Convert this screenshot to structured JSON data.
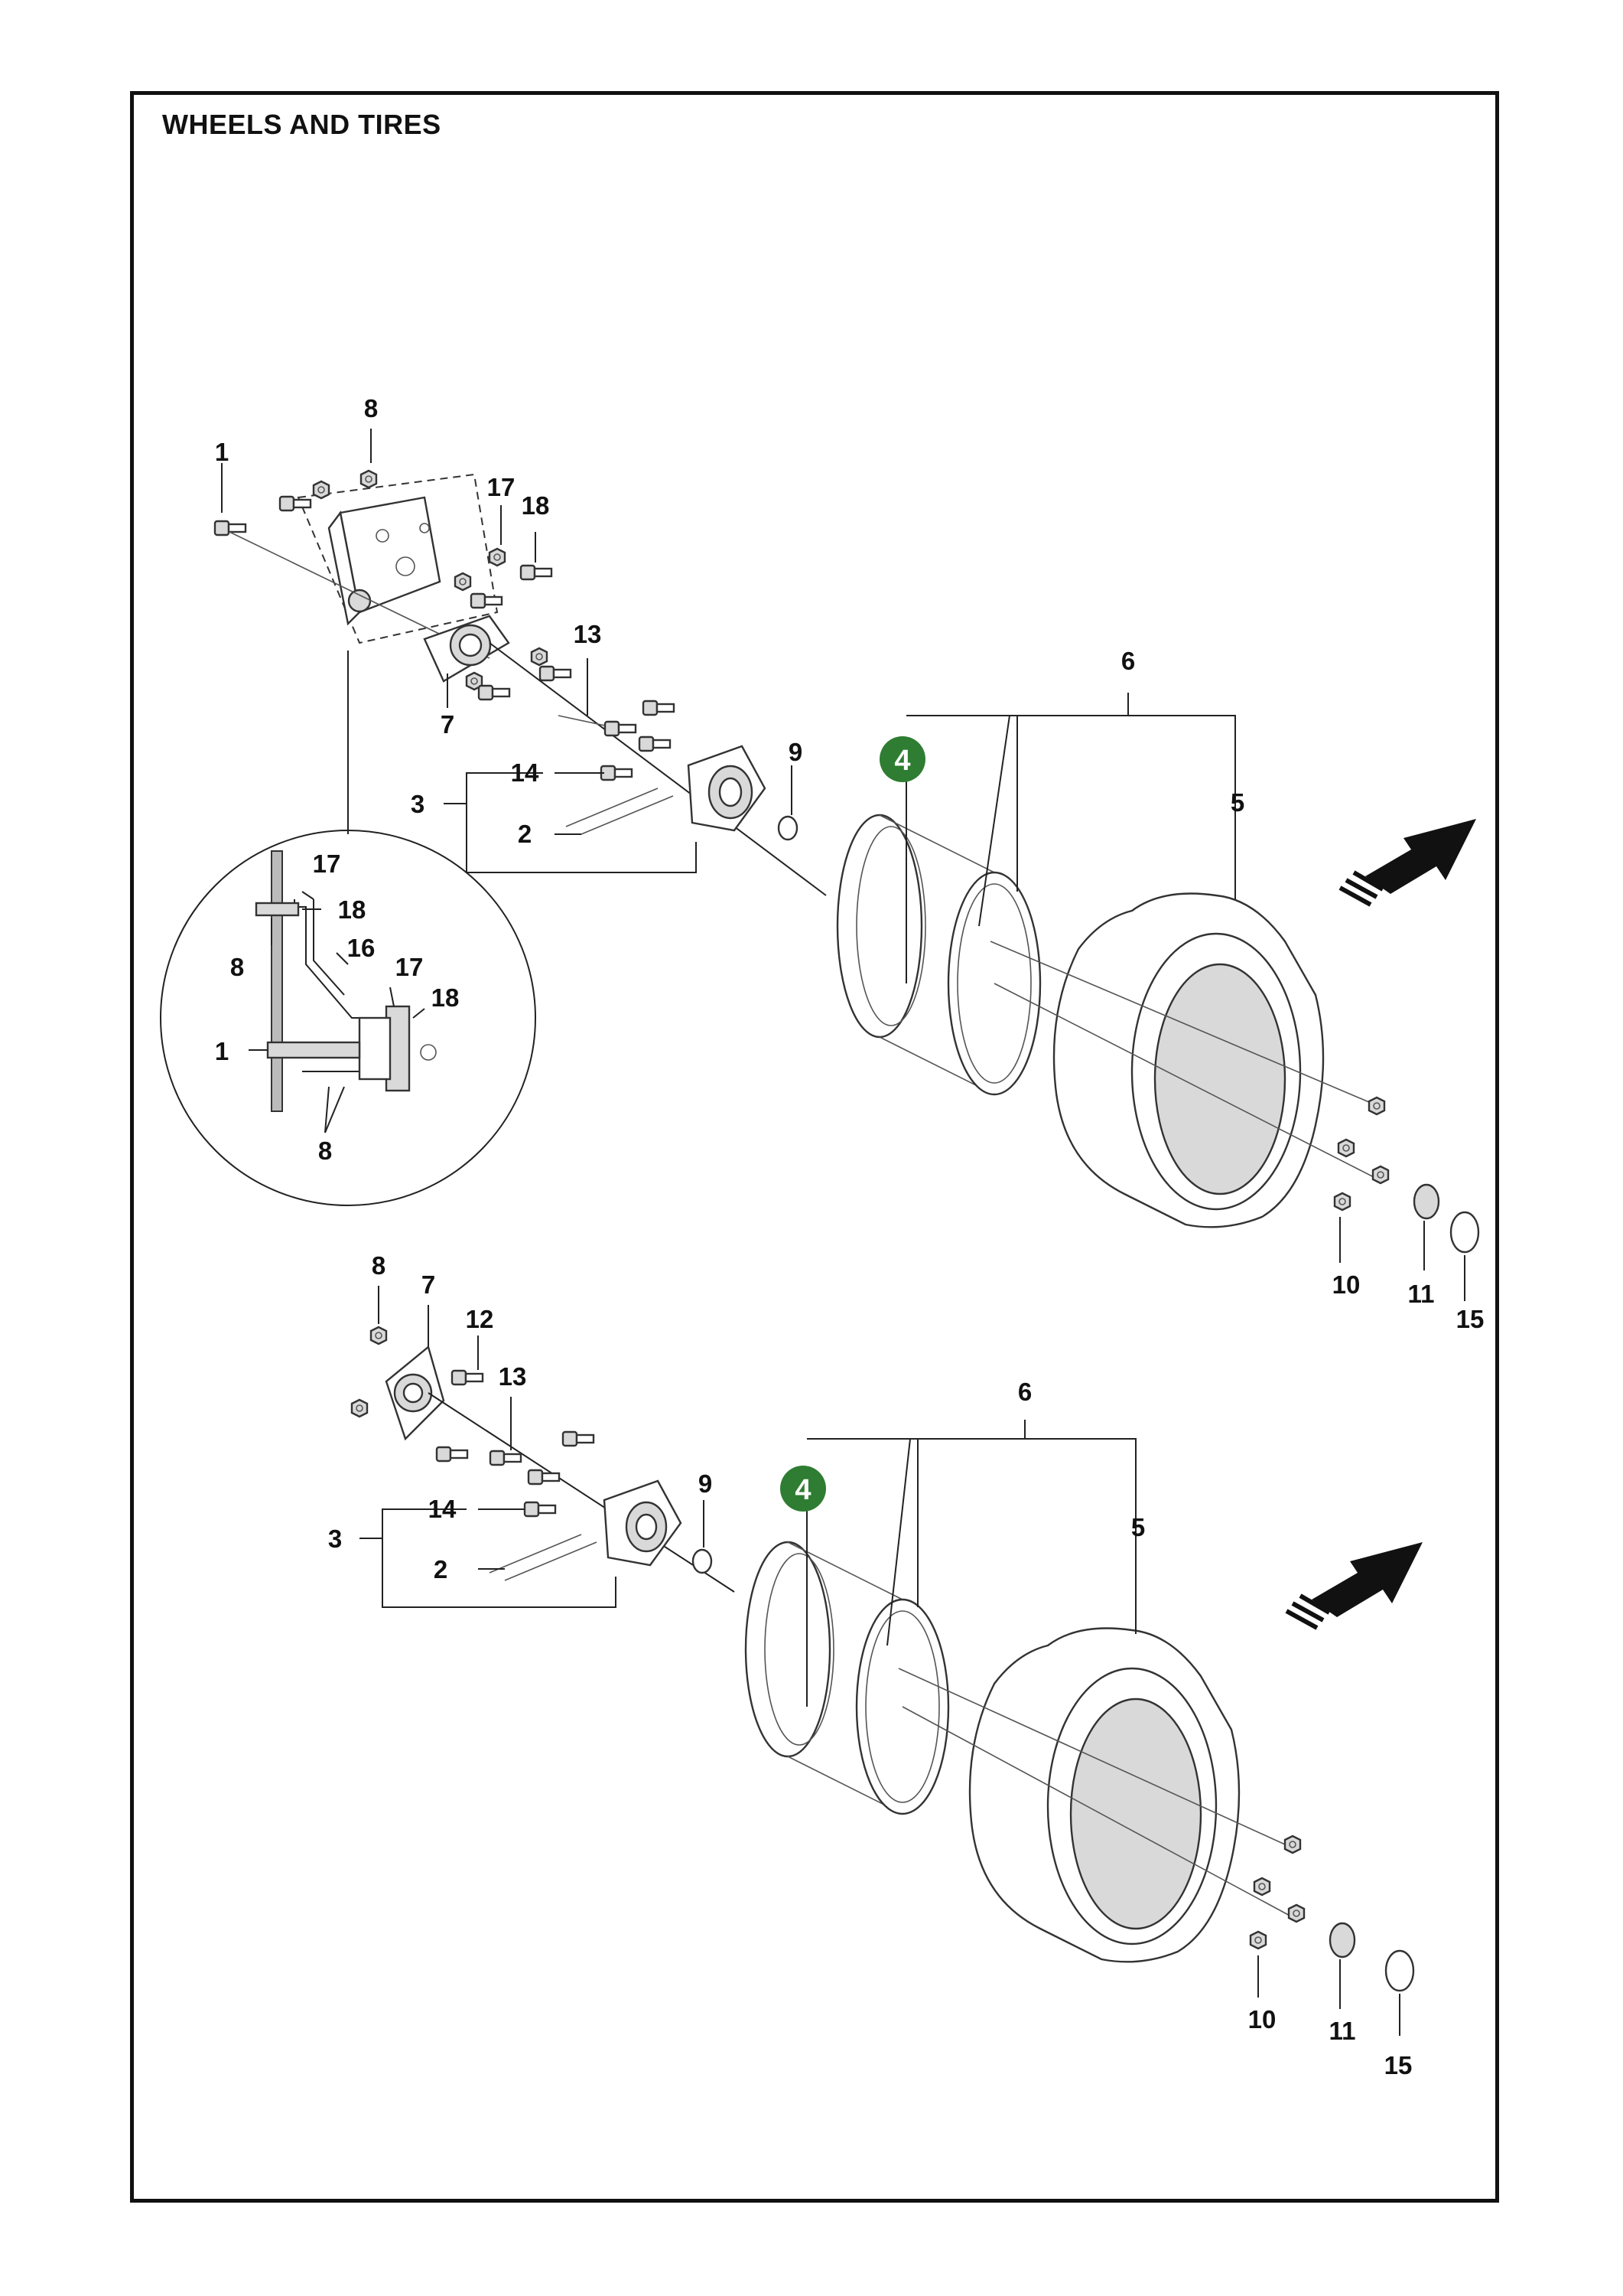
{
  "title": "WHEELS AND TIRES",
  "colors": {
    "frame": "#111111",
    "callout_badge": "#2e7d32",
    "line": "#222222"
  },
  "callout": {
    "label": "4"
  },
  "upper_assembly": {
    "labels": {
      "l1": "1",
      "l8": "8",
      "l17": "17",
      "l18": "18",
      "l13": "13",
      "l6": "6",
      "l7": "7",
      "l14": "14",
      "l9": "9",
      "l3": "3",
      "l2": "2",
      "l5": "5",
      "l10": "10",
      "l11": "11",
      "l15": "15"
    },
    "detail": {
      "l17a": "17",
      "l18a": "18",
      "l8a": "8",
      "l16": "16",
      "l17b": "17",
      "l18b": "18",
      "l1": "1",
      "l8b": "8"
    }
  },
  "lower_assembly": {
    "labels": {
      "l8": "8",
      "l7": "7",
      "l12": "12",
      "l13": "13",
      "l6": "6",
      "l14": "14",
      "l9": "9",
      "l3": "3",
      "l2": "2",
      "l5": "5",
      "l10": "10",
      "l11": "11",
      "l15": "15"
    }
  }
}
